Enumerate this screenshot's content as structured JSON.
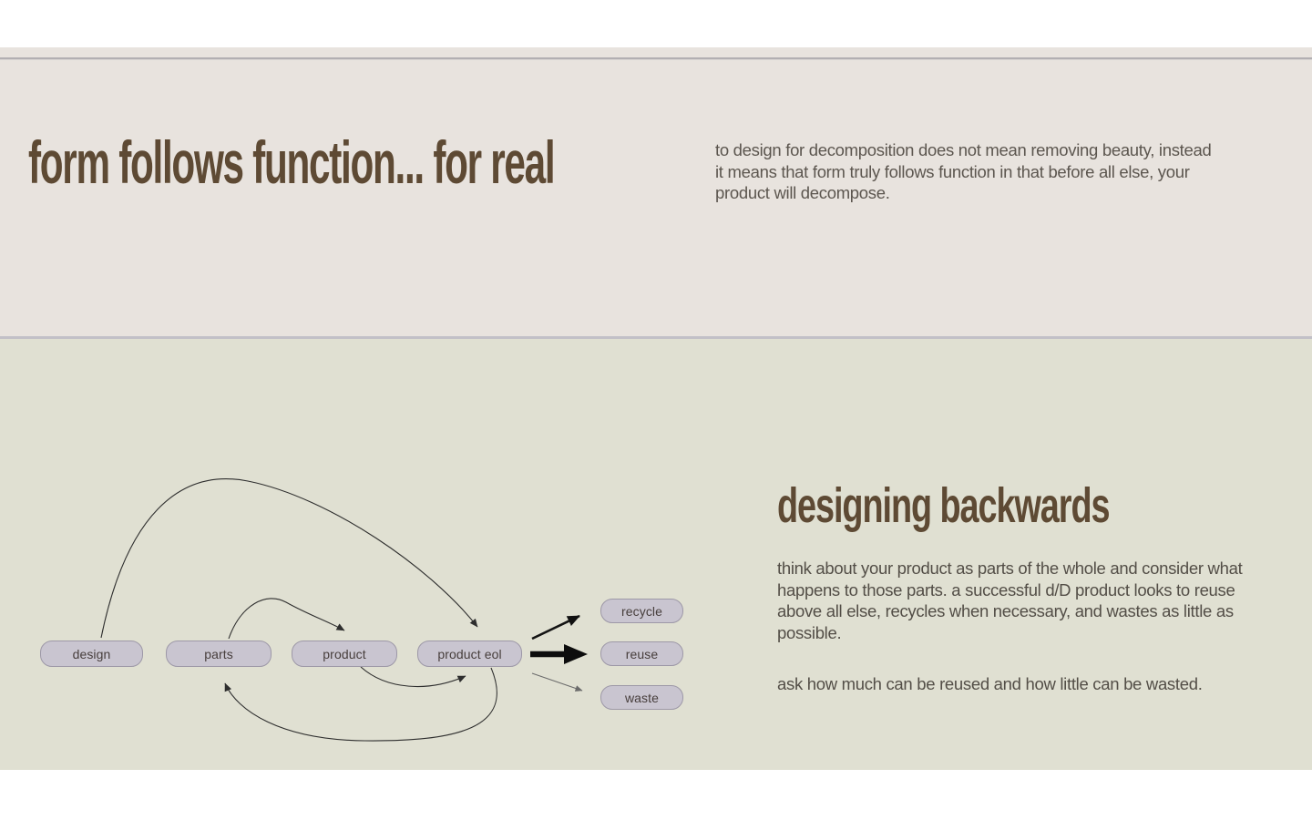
{
  "top_section": {
    "title": "form follows function... for real",
    "paragraph_lines": [
      "to design for decomposition does not mean removing beauty, instead",
      "it means that form truly follows function in that before all else, your",
      "product will decompose."
    ]
  },
  "bottom_section": {
    "title": "designing backwards",
    "paragraph1_lines": [
      "think about your product as parts of the whole and consider what",
      "happens to those parts.  a successful d/D product looks to reuse",
      "above all else, recycles when necessary, and wastes as little as",
      "possible."
    ],
    "paragraph2": "ask how much can be reused and how little can be wasted."
  },
  "diagram": {
    "nodes": [
      {
        "id": "design",
        "label": "design"
      },
      {
        "id": "parts",
        "label": "parts"
      },
      {
        "id": "product",
        "label": "product"
      },
      {
        "id": "product-eol",
        "label": "product eol"
      },
      {
        "id": "recycle",
        "label": "recycle"
      },
      {
        "id": "reuse",
        "label": "reuse"
      },
      {
        "id": "waste",
        "label": "waste"
      }
    ],
    "edges": [
      {
        "from": "design",
        "to": "product eol",
        "style": "thin curved arc over"
      },
      {
        "from": "parts",
        "to": "product",
        "style": "thin curved arc over"
      },
      {
        "from": "product",
        "to": "product eol",
        "style": "thin curved arc under"
      },
      {
        "from": "product eol",
        "to": "parts",
        "style": "thin curved arc under"
      },
      {
        "from": "product eol",
        "to": "recycle",
        "style": "straight medium arrow"
      },
      {
        "from": "product eol",
        "to": "reuse",
        "style": "straight bold arrow"
      },
      {
        "from": "product eol",
        "to": "waste",
        "style": "straight thin arrow"
      }
    ]
  },
  "colors": {
    "page_bg": "#ffffff",
    "beige_panel": "#e8e3de",
    "green_panel": "#e0e0d2",
    "heading_brown": "#5e4a34",
    "body_text": "#534e47",
    "node_fill": "#c9c5d0",
    "node_border": "#9d98a7",
    "edge_stroke": "#2e2e2e"
  }
}
